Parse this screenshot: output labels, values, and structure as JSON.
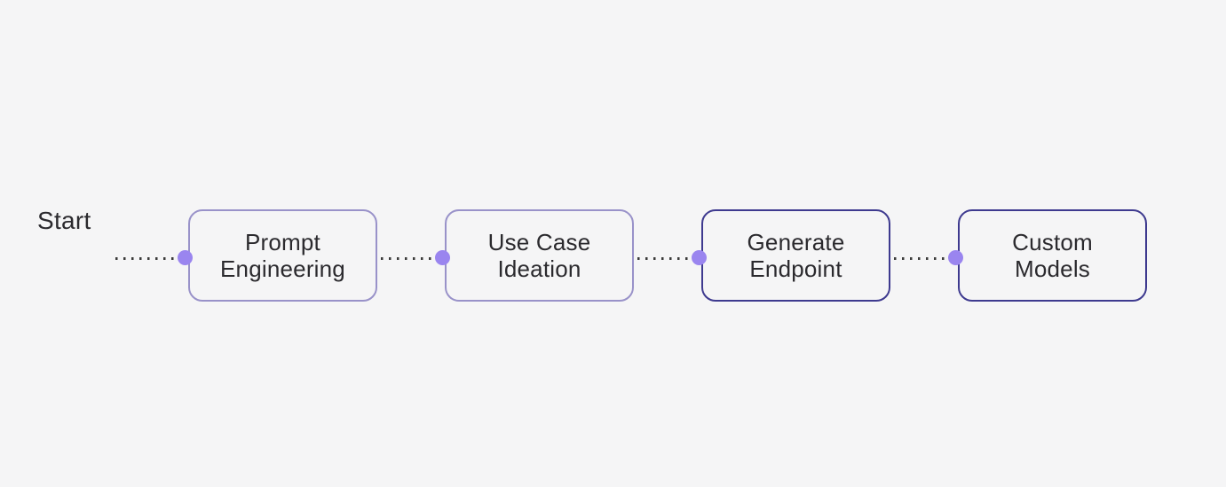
{
  "colors": {
    "background": "#f5f5f6",
    "node_border_light": "#9992c9",
    "node_border_dark": "#3e3a8f",
    "connector_dot": "#9a85ef",
    "connector_line": "#3a3a3a",
    "text": "#2b2a2e"
  },
  "flow": {
    "start_label": "Start",
    "nodes": [
      {
        "label": "Prompt Engineering",
        "line1": "Prompt",
        "line2": "Engineering",
        "emphasis": "light"
      },
      {
        "label": "Use Case Ideation",
        "line1": "Use Case",
        "line2": "Ideation",
        "emphasis": "light"
      },
      {
        "label": "Generate Endpoint",
        "line1": "Generate",
        "line2": "Endpoint",
        "emphasis": "dark"
      },
      {
        "label": "Custom Models",
        "line1": "Custom",
        "line2": "Models",
        "emphasis": "dark"
      }
    ]
  }
}
